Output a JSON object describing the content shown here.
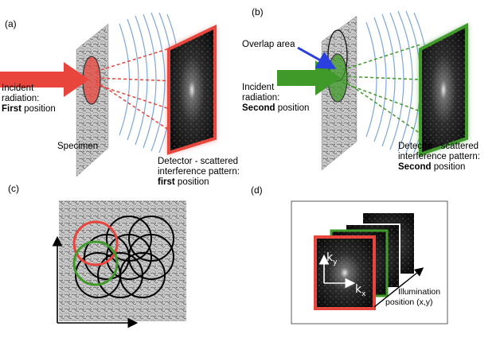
{
  "panels": {
    "a": {
      "tag": "(a)",
      "incident_line1": "Incident",
      "incident_line2": "radiation:",
      "incident_pos": "First",
      "incident_pos_suffix": " position",
      "specimen": "Specimen",
      "detector_line1": "Detector - scattered",
      "detector_line2": "interference pattern:",
      "detector_pos": "first",
      "detector_pos_suffix": " position",
      "beam_color": "#e8453c"
    },
    "b": {
      "tag": "(b)",
      "overlap": "Overlap area",
      "incident_line1": "Incident",
      "incident_line2": "radiation:",
      "incident_pos": "Second",
      "incident_pos_suffix": " position",
      "detector_line1": "Detector - scattered",
      "detector_line2": "interference pattern:",
      "detector_pos": "Second",
      "detector_pos_suffix": " position",
      "beam_color": "#3f9a2a",
      "overlap_arrow_color": "#2a3fe0"
    },
    "c": {
      "tag": "(c)"
    },
    "d": {
      "tag": "(d)",
      "ky_main": "k",
      "ky_sub": "y",
      "kx_main": "k",
      "kx_sub": "x",
      "illum_line1": "Illumination",
      "illum_line2": "position (x,y)"
    }
  },
  "colors": {
    "red": "#e8453c",
    "green": "#3f9a2a",
    "wave": "#7fa7d6"
  }
}
